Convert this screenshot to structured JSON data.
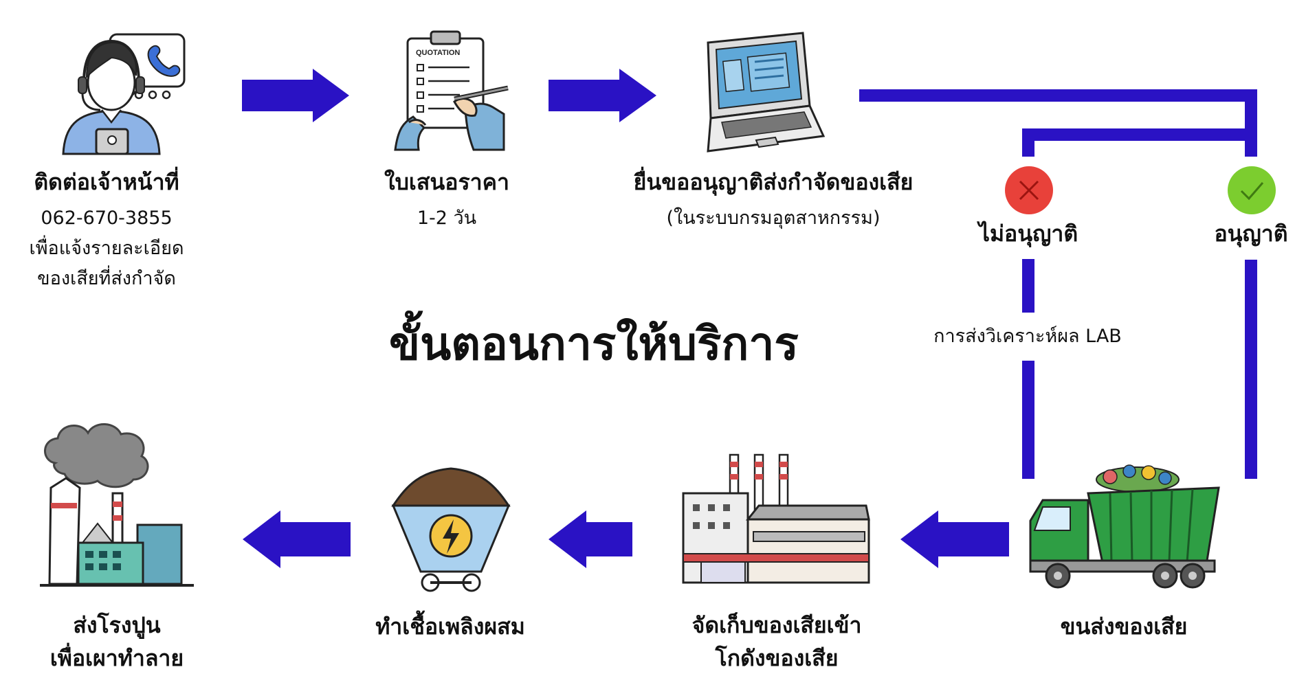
{
  "title": "ขั้นตอนการให้บริการ",
  "steps": {
    "contact": {
      "label": "ติดต่อเจ้าหน้าที่",
      "line1": "062-670-3855",
      "line2": "เพื่อแจ้งรายละเอียด",
      "line3": "ของเสียที่ส่งกำจัด"
    },
    "quotation": {
      "label": "ใบเสนอราคา",
      "line1": "1-2 วัน",
      "doc_text": "QUOTATION"
    },
    "permit": {
      "label": "ยื่นขออนุญาติส่งกำจัดของเสีย",
      "line1": "(ในระบบกรมอุตสาหกรรม)"
    },
    "denied": {
      "label": "ไม่อนุญาติ"
    },
    "approved": {
      "label": "อนุญาติ"
    },
    "lab": {
      "label": "การส่งวิเคราะห์ผล LAB"
    },
    "transport": {
      "label": "ขนส่งของเสีย"
    },
    "storage": {
      "line1": "จัดเก็บของเสียเข้า",
      "line2": "โกดังของเสีย"
    },
    "fuel": {
      "label": "ทำเชื้อเพลิงผสม"
    },
    "cement": {
      "line1": "ส่งโรงปูน",
      "line2": "เพื่อเผาทำลาย"
    }
  },
  "colors": {
    "arrow": "#2a12c4",
    "deny": "#e8413a",
    "approve": "#7ccd2f"
  },
  "icons": {
    "contact": "call-center-agent-icon",
    "quotation": "quotation-clipboard-icon",
    "permit": "laptop-icon",
    "transport": "garbage-truck-icon",
    "storage": "factory-warehouse-icon",
    "fuel": "fuel-bin-icon",
    "cement": "cement-plant-icon"
  }
}
